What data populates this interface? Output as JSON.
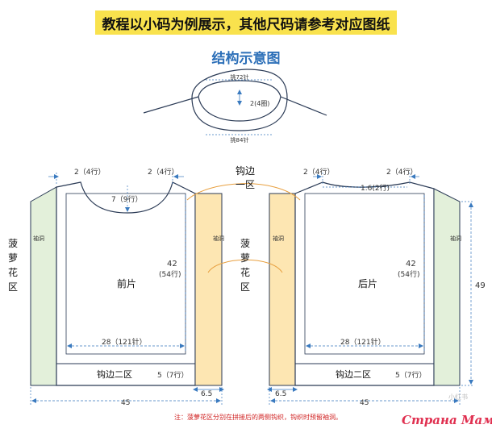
{
  "banner": "教程以小码为例展示，其他尺码请参考对应图纸",
  "subtitle": "结构示意图",
  "collar": {
    "top_label": "挑72针",
    "side_label": "2(4圈)",
    "bottom_label": "挑84针"
  },
  "center": {
    "crochet_zone1": [
      "钩边",
      "一区"
    ],
    "pineapple_zone": [
      "菠",
      "萝",
      "花",
      "区"
    ]
  },
  "left_edge_label": [
    "菠",
    "萝",
    "花",
    "区"
  ],
  "front": {
    "name": "前片",
    "armhole": "袖洞",
    "shoulder_left": "2（4行）",
    "shoulder_right": "2（4行）",
    "neck_depth": "7（9行）",
    "height": "42",
    "height_rows": "(54行)",
    "width": "28（121针）",
    "crochet_zone2": "钩边二区",
    "bottom_band": "5（7行）",
    "side_width": "6.5",
    "total_width": "45"
  },
  "back": {
    "name": "后片",
    "armhole": "袖洞",
    "shoulder_left": "2（4行）",
    "shoulder_right": "2（4行）",
    "neck_depth": "1.6(2行)",
    "height": "42",
    "height_rows": "(54行)",
    "width": "28（121针）",
    "crochet_zone2": "钩边二区",
    "bottom_band": "5（7行）",
    "side_width": "6.5",
    "total_width": "45",
    "total_height": "49"
  },
  "note": "注：菠萝花区分别在拼接后的两侧钩织，钩织时预留袖洞。",
  "watermark_text": "Страна Мам",
  "watermark_tag": "小红书",
  "colors": {
    "banner": "#f9e24d",
    "title_blue": "#2c6fb8",
    "green_panel": "#e3f0da",
    "yellow_panel": "#fde6b2",
    "outline": "#2a3a55",
    "dim_blue": "#3a7abf",
    "note_red": "#d02020"
  }
}
